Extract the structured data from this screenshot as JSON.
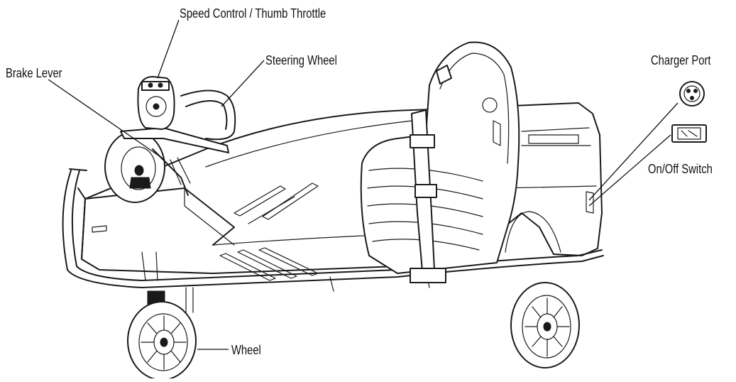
{
  "labels": {
    "speed_control": "Speed Control / Thumb Throttle",
    "steering_wheel": "Steering Wheel",
    "brake_lever": "Brake Lever",
    "charger_port": "Charger Port",
    "on_off_switch": "On/Off Switch",
    "wheel": "Wheel"
  },
  "colors": {
    "ink": "#1a1a1a",
    "background": "#ffffff"
  }
}
